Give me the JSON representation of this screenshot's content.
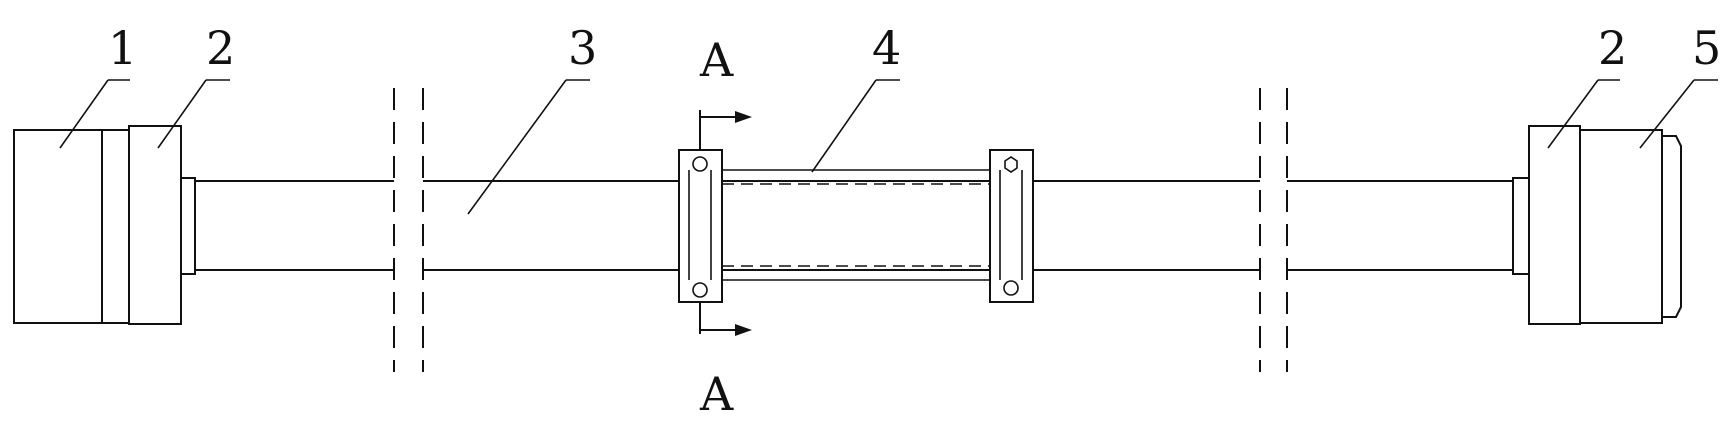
{
  "labels": {
    "part1": "1",
    "part2_left": "2",
    "part3": "3",
    "part4": "4",
    "part2_right": "2",
    "part5": "5",
    "section_top": "A",
    "section_bottom": "A"
  }
}
